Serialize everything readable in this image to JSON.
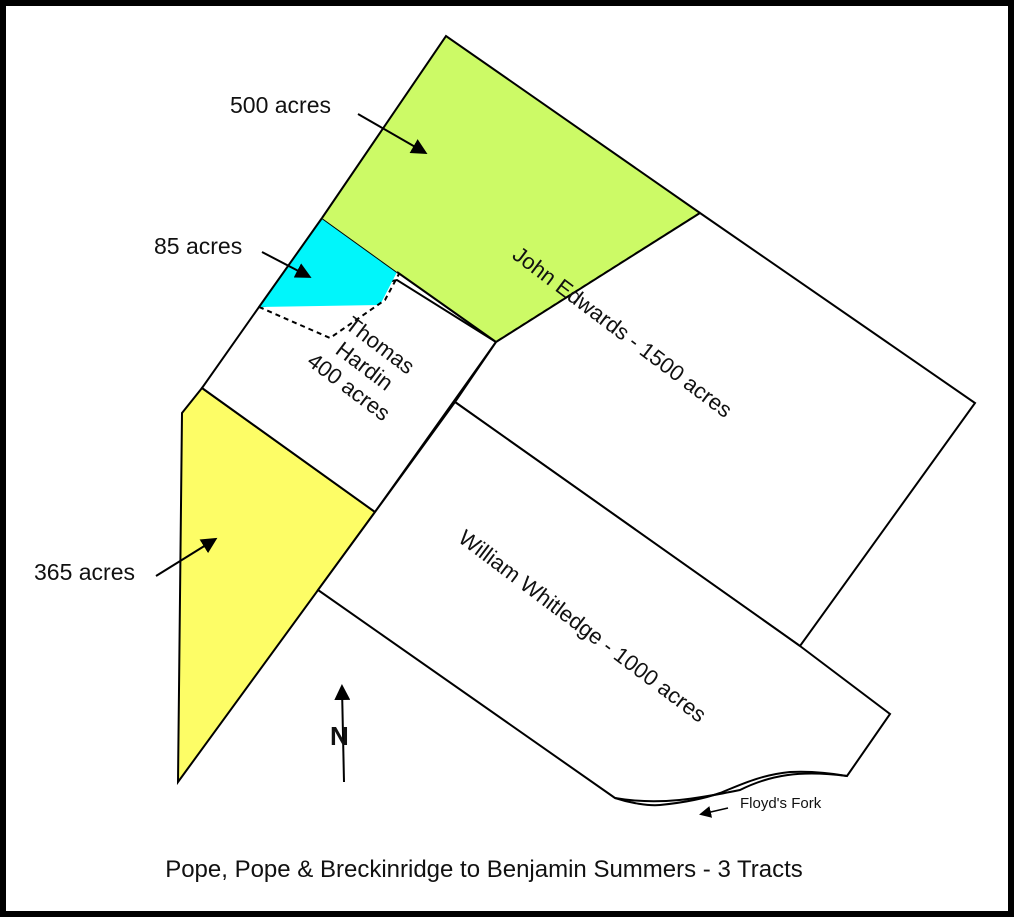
{
  "map": {
    "caption": "Pope, Pope & Breckinridge to  Benjamin Summers - 3 Tracts",
    "north_label": "N",
    "creek_label": "Floyd's Fork",
    "tracts": {
      "tract_500": {
        "label": "500 acres",
        "fill": "#ccfa66"
      },
      "tract_85": {
        "label": "85 acres",
        "fill": "#00f6fb"
      },
      "tract_365": {
        "label": "365 acres",
        "fill": "#fdfd66"
      },
      "thomas_hardin": {
        "line1": "Thomas",
        "line2": "Hardin",
        "line3": "400 acres"
      },
      "john_edwards": {
        "label": "John Edwards - 1500 acres"
      },
      "william_whitledge": {
        "label": "William Whitledge - 1000 acres"
      }
    }
  }
}
